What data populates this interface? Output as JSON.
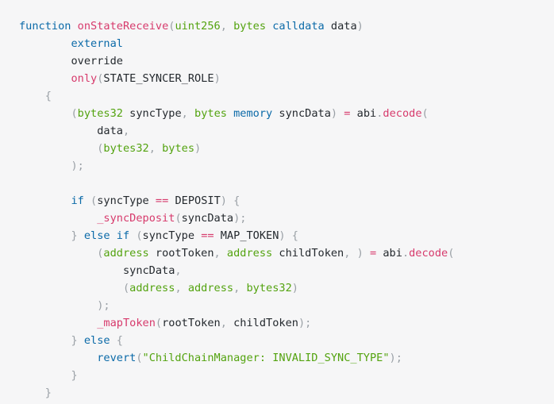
{
  "code": {
    "language": "solidity",
    "colors": {
      "background": "#f6f6f7",
      "text": "#24292e",
      "keyword": "#0b6aa8",
      "function": "#d73a6c",
      "type": "#53a30f",
      "string": "#53a30f",
      "punctuation": "#9aa0a6",
      "operator": "#d73a6c"
    },
    "lines": [
      [
        {
          "t": "function ",
          "k": "keyword"
        },
        {
          "t": "onStateReceive",
          "k": "func"
        },
        {
          "t": "(",
          "k": "punct"
        },
        {
          "t": "uint256",
          "k": "type"
        },
        {
          "t": ", ",
          "k": "punct"
        },
        {
          "t": "bytes",
          "k": "type"
        },
        {
          "t": " ",
          "k": "text"
        },
        {
          "t": "calldata",
          "k": "keyword"
        },
        {
          "t": " data",
          "k": "text"
        },
        {
          "t": ")",
          "k": "punct"
        }
      ],
      [
        {
          "t": "        ",
          "k": "text"
        },
        {
          "t": "external",
          "k": "keyword"
        }
      ],
      [
        {
          "t": "        override",
          "k": "text"
        }
      ],
      [
        {
          "t": "        ",
          "k": "text"
        },
        {
          "t": "only",
          "k": "func"
        },
        {
          "t": "(",
          "k": "punct"
        },
        {
          "t": "STATE_SYNCER_ROLE",
          "k": "text"
        },
        {
          "t": ")",
          "k": "punct"
        }
      ],
      [
        {
          "t": "    {",
          "k": "punct"
        }
      ],
      [
        {
          "t": "        ",
          "k": "text"
        },
        {
          "t": "(",
          "k": "punct"
        },
        {
          "t": "bytes32",
          "k": "type"
        },
        {
          "t": " syncType",
          "k": "text"
        },
        {
          "t": ", ",
          "k": "punct"
        },
        {
          "t": "bytes",
          "k": "type"
        },
        {
          "t": " ",
          "k": "text"
        },
        {
          "t": "memory",
          "k": "keyword"
        },
        {
          "t": " syncData",
          "k": "text"
        },
        {
          "t": ") ",
          "k": "punct"
        },
        {
          "t": "=",
          "k": "op"
        },
        {
          "t": " abi",
          "k": "text"
        },
        {
          "t": ".",
          "k": "punct"
        },
        {
          "t": "decode",
          "k": "func"
        },
        {
          "t": "(",
          "k": "punct"
        }
      ],
      [
        {
          "t": "            data",
          "k": "text"
        },
        {
          "t": ",",
          "k": "punct"
        }
      ],
      [
        {
          "t": "            ",
          "k": "text"
        },
        {
          "t": "(",
          "k": "punct"
        },
        {
          "t": "bytes32",
          "k": "type"
        },
        {
          "t": ", ",
          "k": "punct"
        },
        {
          "t": "bytes",
          "k": "type"
        },
        {
          "t": ")",
          "k": "punct"
        }
      ],
      [
        {
          "t": "        );",
          "k": "punct"
        }
      ],
      [],
      [
        {
          "t": "        ",
          "k": "text"
        },
        {
          "t": "if",
          "k": "keyword"
        },
        {
          "t": " ",
          "k": "text"
        },
        {
          "t": "(",
          "k": "punct"
        },
        {
          "t": "syncType ",
          "k": "text"
        },
        {
          "t": "==",
          "k": "op"
        },
        {
          "t": " DEPOSIT",
          "k": "text"
        },
        {
          "t": ") {",
          "k": "punct"
        }
      ],
      [
        {
          "t": "            ",
          "k": "text"
        },
        {
          "t": "_syncDeposit",
          "k": "func"
        },
        {
          "t": "(",
          "k": "punct"
        },
        {
          "t": "syncData",
          "k": "text"
        },
        {
          "t": ");",
          "k": "punct"
        }
      ],
      [
        {
          "t": "        ",
          "k": "text"
        },
        {
          "t": "} ",
          "k": "punct"
        },
        {
          "t": "else if",
          "k": "keyword"
        },
        {
          "t": " ",
          "k": "text"
        },
        {
          "t": "(",
          "k": "punct"
        },
        {
          "t": "syncType ",
          "k": "text"
        },
        {
          "t": "==",
          "k": "op"
        },
        {
          "t": " MAP_TOKEN",
          "k": "text"
        },
        {
          "t": ") {",
          "k": "punct"
        }
      ],
      [
        {
          "t": "            ",
          "k": "text"
        },
        {
          "t": "(",
          "k": "punct"
        },
        {
          "t": "address",
          "k": "type"
        },
        {
          "t": " rootToken",
          "k": "text"
        },
        {
          "t": ", ",
          "k": "punct"
        },
        {
          "t": "address",
          "k": "type"
        },
        {
          "t": " childToken",
          "k": "text"
        },
        {
          "t": ", ) ",
          "k": "punct"
        },
        {
          "t": "=",
          "k": "op"
        },
        {
          "t": " abi",
          "k": "text"
        },
        {
          "t": ".",
          "k": "punct"
        },
        {
          "t": "decode",
          "k": "func"
        },
        {
          "t": "(",
          "k": "punct"
        }
      ],
      [
        {
          "t": "                syncData",
          "k": "text"
        },
        {
          "t": ",",
          "k": "punct"
        }
      ],
      [
        {
          "t": "                ",
          "k": "text"
        },
        {
          "t": "(",
          "k": "punct"
        },
        {
          "t": "address",
          "k": "type"
        },
        {
          "t": ", ",
          "k": "punct"
        },
        {
          "t": "address",
          "k": "type"
        },
        {
          "t": ", ",
          "k": "punct"
        },
        {
          "t": "bytes32",
          "k": "type"
        },
        {
          "t": ")",
          "k": "punct"
        }
      ],
      [
        {
          "t": "            );",
          "k": "punct"
        }
      ],
      [
        {
          "t": "            ",
          "k": "text"
        },
        {
          "t": "_mapToken",
          "k": "func"
        },
        {
          "t": "(",
          "k": "punct"
        },
        {
          "t": "rootToken",
          "k": "text"
        },
        {
          "t": ", ",
          "k": "punct"
        },
        {
          "t": "childToken",
          "k": "text"
        },
        {
          "t": ");",
          "k": "punct"
        }
      ],
      [
        {
          "t": "        ",
          "k": "text"
        },
        {
          "t": "} ",
          "k": "punct"
        },
        {
          "t": "else",
          "k": "keyword"
        },
        {
          "t": " {",
          "k": "punct"
        }
      ],
      [
        {
          "t": "            ",
          "k": "text"
        },
        {
          "t": "revert",
          "k": "keyword"
        },
        {
          "t": "(",
          "k": "punct"
        },
        {
          "t": "\"ChildChainManager: INVALID_SYNC_TYPE\"",
          "k": "string"
        },
        {
          "t": ");",
          "k": "punct"
        }
      ],
      [
        {
          "t": "        }",
          "k": "punct"
        }
      ],
      [
        {
          "t": "    }",
          "k": "punct"
        }
      ]
    ]
  }
}
